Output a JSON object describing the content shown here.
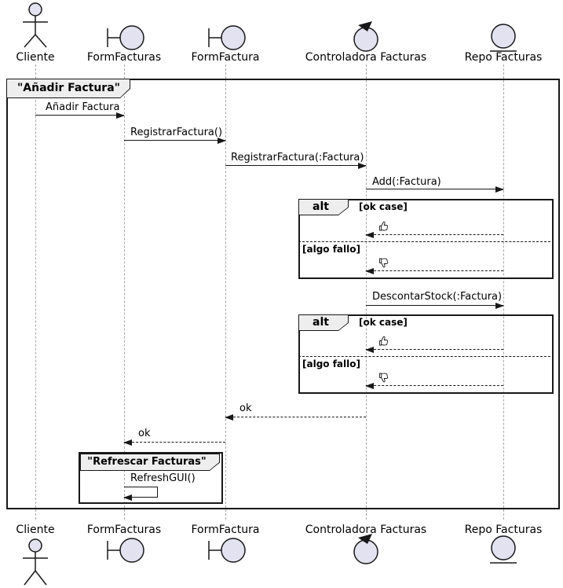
{
  "diagram_type": "uml-sequence",
  "colors": {
    "participant_fill": "#E2E2F0",
    "line": "#181818",
    "header_fill": "#EEEEEE",
    "lifeline": "#A8A8A8",
    "background": "#FFFFFF"
  },
  "participants": [
    {
      "label": "Cliente",
      "type": "actor"
    },
    {
      "label": "FormFacturas",
      "type": "boundary"
    },
    {
      "label": "FormFactura",
      "type": "boundary"
    },
    {
      "label": "Controladora Facturas",
      "type": "control"
    },
    {
      "label": "Repo Facturas",
      "type": "entity"
    }
  ],
  "frame": {
    "title": "\"Añadir Factura\""
  },
  "group": {
    "title": "\"Refrescar Facturas\""
  },
  "messages": {
    "anadir": "Añadir Factura",
    "registrar": "RegistrarFactura()",
    "registrar_param": "RegistrarFactura(:Factura)",
    "add": "Add(:Factura)",
    "descontar": "DescontarStock(:Factura)",
    "ok_to_formfactura": "ok",
    "ok_to_formfacturas": "ok",
    "refresh": "RefreshGUI()"
  },
  "fragments": {
    "alt_add": {
      "operator": "alt",
      "guard_ok": "[ok case]",
      "guard_fail": "[algo fallo]"
    },
    "alt_descontar": {
      "operator": "alt",
      "guard_ok": "[ok case]",
      "guard_fail": "[algo fallo]"
    }
  },
  "icons": {
    "thumbs_up": "👍",
    "thumbs_down": "👎"
  }
}
